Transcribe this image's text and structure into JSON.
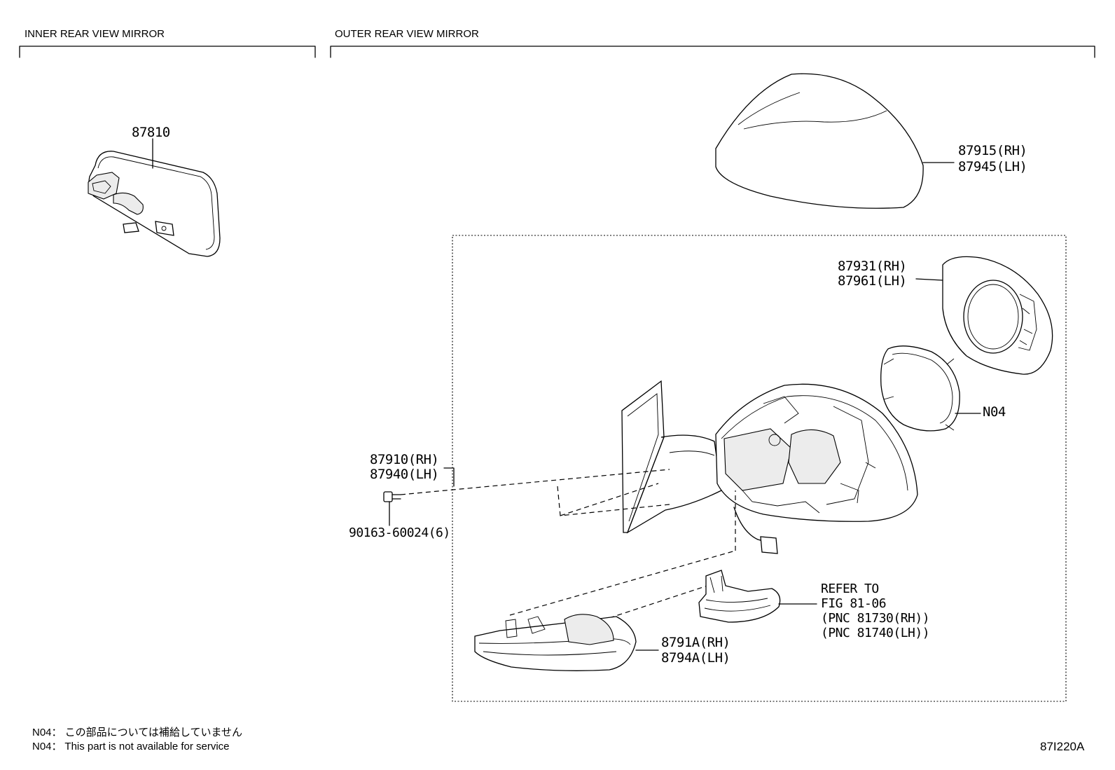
{
  "sections": {
    "inner": "INNER REAR VIEW MIRROR",
    "outer": "OUTER REAR VIEW MIRROR"
  },
  "parts": {
    "p87810": "87810",
    "cover_rh": "87915(RH)",
    "cover_lh": "87945(LH)",
    "cover_inner_rh": "87931(RH)",
    "cover_inner_lh": "87961(LH)",
    "n04": "N04",
    "mirror_rh": "87910(RH)",
    "mirror_lh": "87940(LH)",
    "screw": "90163-60024(6)",
    "lamp_rh": "8791A(RH)",
    "lamp_lh": "8794A(LH)"
  },
  "refer": {
    "line1": "REFER TO",
    "line2": "FIG 81-06",
    "line3": "(PNC 81730(RH))",
    "line4": "(PNC 81740(LH))"
  },
  "notes": {
    "jp": "N04： この部品については補給していません",
    "en": "N04： This part is not available for service"
  },
  "figure_code": "87I220A"
}
